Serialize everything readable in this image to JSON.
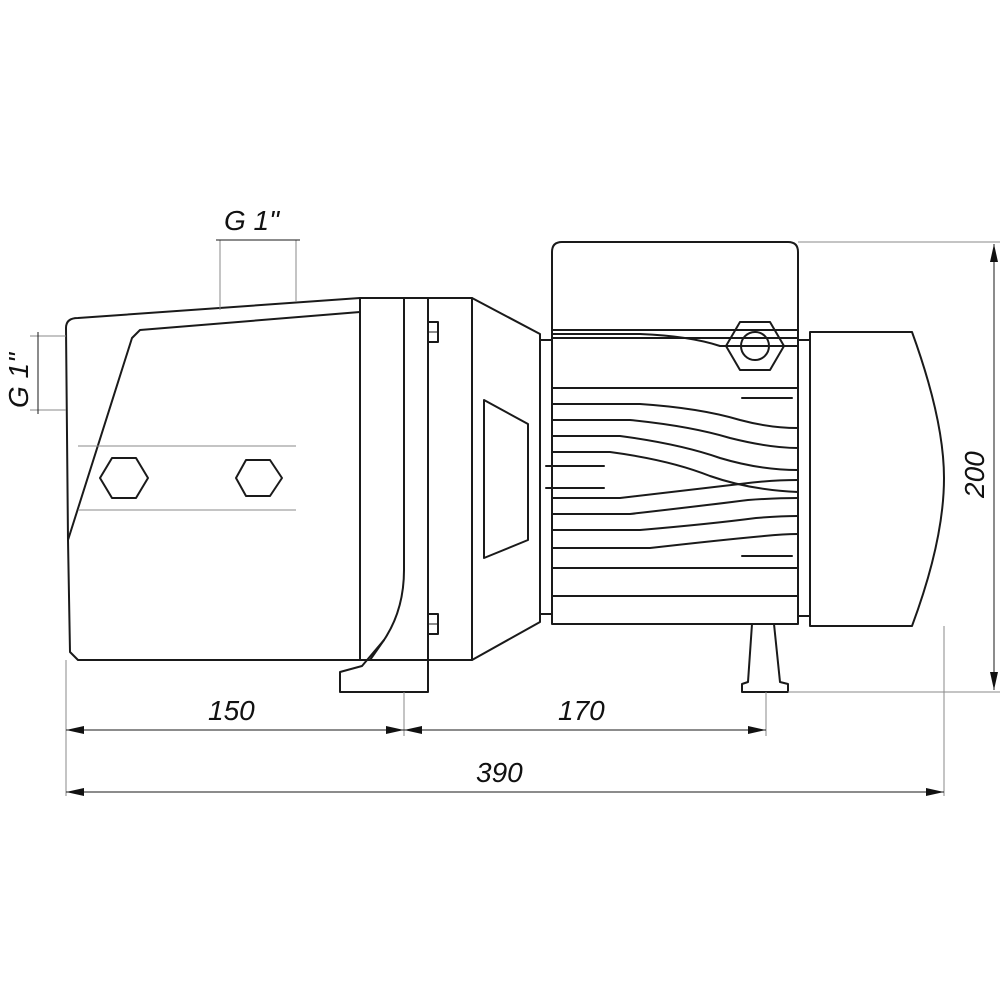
{
  "drawing": {
    "dimensions": {
      "inlet_thread": "G 1\"",
      "outlet_thread": "G 1\"",
      "pump_head_length": "150",
      "motor_mount_length": "170",
      "overall_length": "390",
      "overall_height": "200"
    },
    "colors": {
      "stroke": "#1a1a1a",
      "dimension_line": "#8a8a8a",
      "background": "#ffffff"
    }
  }
}
